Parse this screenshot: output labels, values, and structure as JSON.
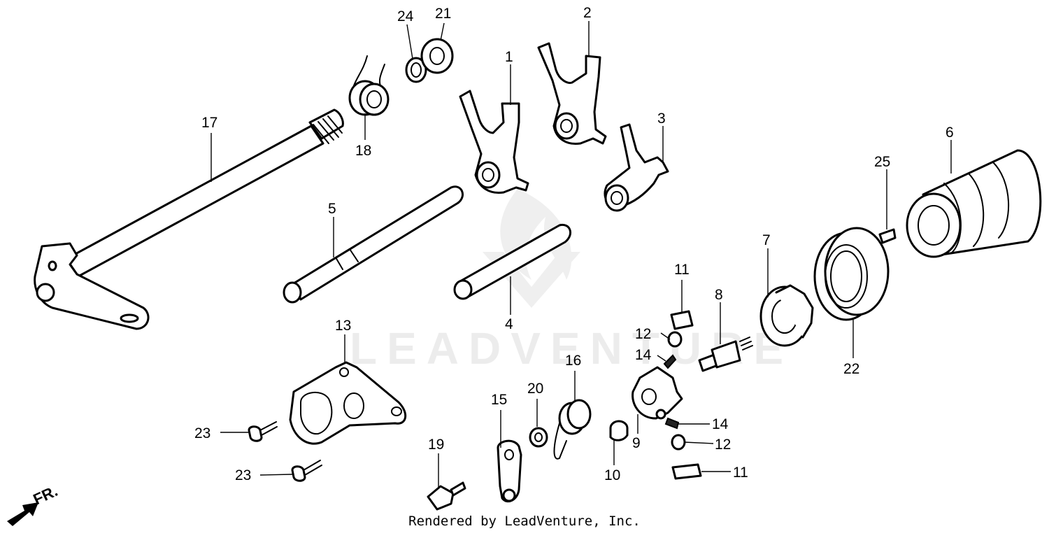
{
  "callouts": {
    "p1": "1",
    "p2": "2",
    "p3": "3",
    "p4": "4",
    "p5": "5",
    "p6": "6",
    "p7": "7",
    "p8": "8",
    "p9": "9",
    "p10": "10",
    "p11a": "11",
    "p11b": "11",
    "p12a": "12",
    "p12b": "12",
    "p13": "13",
    "p14a": "14",
    "p14b": "14",
    "p15": "15",
    "p16": "16",
    "p17": "17",
    "p18": "18",
    "p19": "19",
    "p20": "20",
    "p21": "21",
    "p22": "22",
    "p23a": "23",
    "p23b": "23",
    "p24": "24",
    "p25": "25"
  },
  "direction_label": "FR.",
  "watermark": "LEADVENTURE",
  "footer": "Rendered by LeadVenture, Inc."
}
